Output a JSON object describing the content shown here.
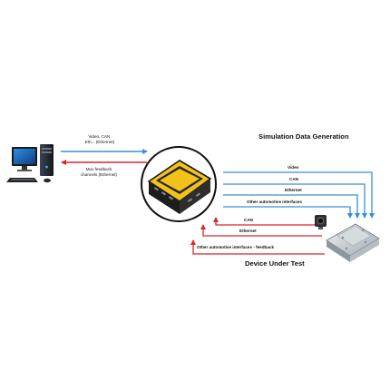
{
  "title": "Simulation Data Generation",
  "pc_to_box_label": [
    "Video, CAN,",
    "Eth... (Ethernet)"
  ],
  "box_to_pc_label": [
    "Mux feedback",
    "channels (Ethernet)"
  ],
  "to_dut_lines": [
    "Video",
    "CAN",
    "Ethernet",
    "Other automotive interfaces"
  ],
  "from_dut_lines": [
    "CAN",
    "Ethernet",
    "Other automotive interfaces - feedback"
  ],
  "dut_label": "Device Under Test",
  "colors": {
    "blue": "#3a8fd6",
    "red": "#d9262a",
    "yellow": "#f2c21a",
    "dark": "#1d1d1d"
  }
}
